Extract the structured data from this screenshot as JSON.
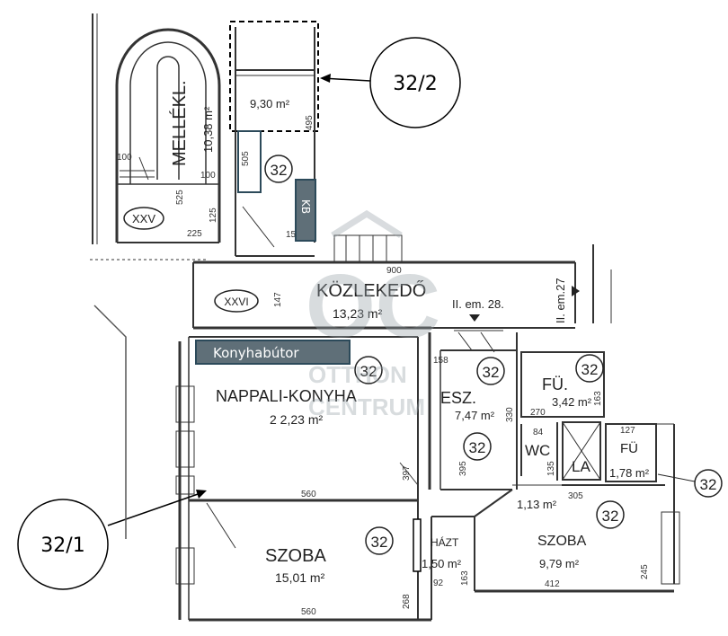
{
  "rooms": {
    "mellek": {
      "name": "MELLÉKL.",
      "area": "10,38 m²"
    },
    "storage": {
      "area": "9,30 m²"
    },
    "kozlekedo": {
      "name": "KÖZLEKEDŐ",
      "area": "13,23 m²"
    },
    "nappali": {
      "name": "NAPPALI-KONYHA",
      "area": "2 2,23 m²"
    },
    "esz": {
      "name": "ESZ.",
      "area": "7,47 m²"
    },
    "fu1": {
      "name": "FÜ.",
      "area": "3,42 m²"
    },
    "wc": {
      "name": "WC"
    },
    "la": {
      "name": "LA"
    },
    "fu2": {
      "name": "FÜ",
      "area": "1,78 m²"
    },
    "szoba1": {
      "name": "SZOBA",
      "area": "15,01 m²"
    },
    "szoba2": {
      "name": "SZOBA",
      "area": "9,79 m²"
    },
    "hazt": {
      "name": "HÁZT",
      "area": "1,50 m²"
    },
    "small": {
      "area": "1,13 m²"
    }
  },
  "unit_markers": {
    "mellek": "XXV",
    "kozl": "XXVI",
    "unit": "32"
  },
  "floor_labels": {
    "left": "II. em. 28.",
    "right": "II. em.27"
  },
  "dims": {
    "d100a": "100",
    "d100b": "100",
    "d525": "525",
    "d225": "225",
    "d125": "125",
    "d505": "505",
    "d495": "495",
    "d15": "15",
    "d900": "900",
    "d147": "147",
    "d158": "158",
    "d330": "330",
    "d270": "270",
    "d163": "163",
    "d127": "127",
    "d84": "84",
    "d395": "395",
    "d135": "135",
    "d397": "397",
    "d560a": "560",
    "d305": "305",
    "d245": "245",
    "d412": "412",
    "d92": "92",
    "d163b": "163",
    "d268": "268",
    "d560b": "560"
  },
  "overlays": {
    "konyhabutor": "Konyhabútor",
    "kb": "KB",
    "callout_top": "32/2",
    "callout_left": "32/1",
    "watermark_logo": "OC",
    "watermark_line1": "OTTHON",
    "watermark_line2": "CENTRUM"
  },
  "colors": {
    "overlay_box": "#2c4a5a",
    "label_fill": "#5f6f78",
    "watermark": "#9aa4ab"
  }
}
